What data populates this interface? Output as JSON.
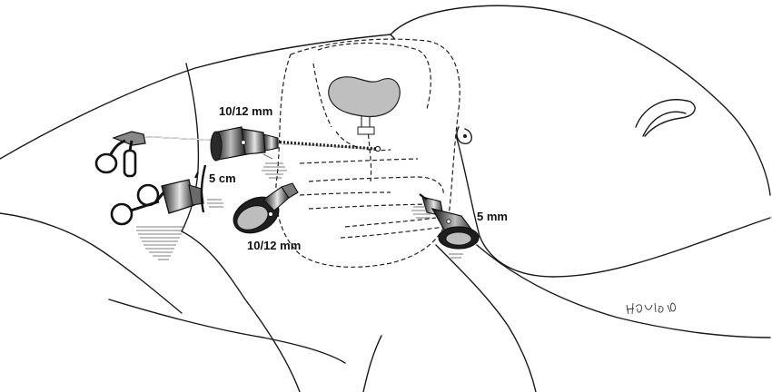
{
  "labels": {
    "trocar_upper_size": "10/12 mm",
    "incision_length": "5 cm",
    "trocar_lower_size": "10/12 mm",
    "trocar_right_size": "5 mm"
  },
  "colors": {
    "line": "#1a1a1a",
    "organ_fill": "#bfbfbf",
    "background": "#ffffff"
  }
}
